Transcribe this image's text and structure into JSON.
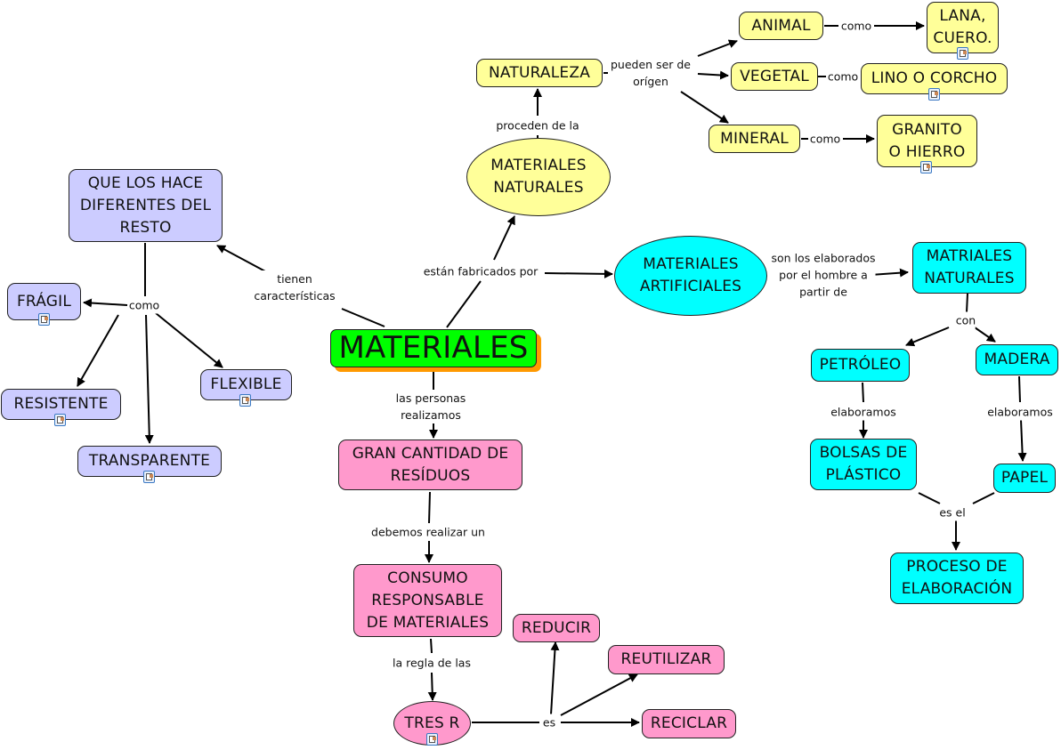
{
  "title": "MATERIALES",
  "colors": {
    "central": "#00ff00",
    "central_shadow": "#ff9900",
    "natural_branch": "#ffff99",
    "characteristics_branch": "#ccccff",
    "artificial_branch": "#00ffff",
    "waste_branch": "#ff99cc"
  },
  "nodes": {
    "materiales": "MATERIALES",
    "materiales_naturales": "MATERIALES\nNATURALES",
    "naturaleza": "NATURALEZA",
    "animal": "ANIMAL",
    "vegetal": "VEGETAL",
    "mineral": "MINERAL",
    "lana_cuero": "LANA,\nCUERO.",
    "lino_corcho": "LINO O CORCHO",
    "granito_hierro": "GRANITO\nO HIERRO",
    "que_los_hace": "QUE LOS HACE\nDIFERENTES DEL\nRESTO",
    "fragil": "FRÁGIL",
    "resistente": "RESISTENTE",
    "flexible": "FLEXIBLE",
    "transparente": "TRANSPARENTE",
    "materiales_artificiales": "MATERIALES\nARTIFICIALES",
    "matriales_naturales": "MATRIALES\nNATURALES",
    "petroleo": "PETRÓLEO",
    "madera": "MADERA",
    "bolsas_plastico": "BOLSAS DE\nPLÁSTICO",
    "papel": "PAPEL",
    "proceso_elaboracion": "PROCESO DE\nELABORACIÓN",
    "gran_cantidad": "GRAN CANTIDAD DE\nRESÍDUOS",
    "consumo_responsable": "CONSUMO\nRESPONSABLE\nDE MATERIALES",
    "tres_r": "TRES R",
    "reducir": "REDUCIR",
    "reutilizar": "REUTILIZAR",
    "reciclar": "RECICLAR"
  },
  "linking_phrases": {
    "proceden_de_la": "proceden  de la",
    "pueden_ser_de_origen": "pueden ser de\norígen",
    "como_animal": "como",
    "como_vegetal": "como",
    "como_mineral": "como",
    "tienen_caracteristicas": "tienen\ncaracterísticas",
    "como_caracteristicas": "como",
    "estan_fabricados_por": "están fabricados por",
    "son_los_elaborados": "son los elaborados\npor el hombre a\npartir de",
    "con": "con",
    "elaboramos_petroleo": "elaboramos",
    "elaboramos_madera": "elaboramos",
    "es_el": "es el",
    "las_personas_realizamos": "las personas\nrealizamos",
    "debemos_realizar_un": "debemos realizar un",
    "la_regla_de_las": "la regla de las",
    "es": "es"
  },
  "resource_icon": "attached-resource-icon"
}
